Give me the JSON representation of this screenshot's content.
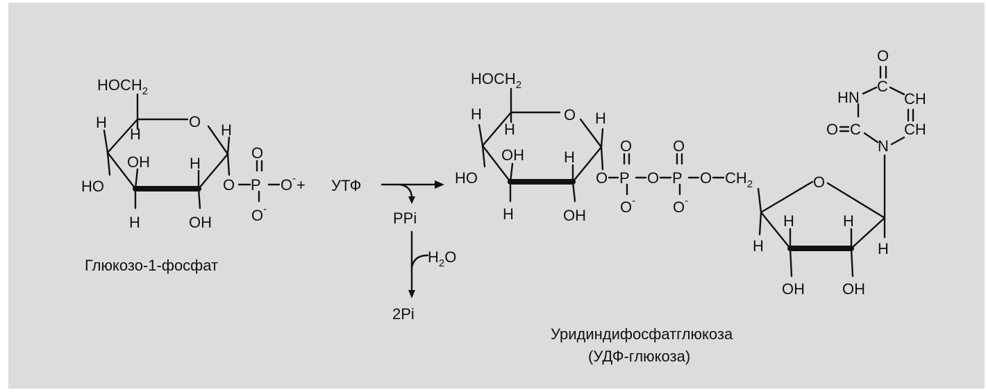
{
  "labels": {
    "glucose_1_phosphate": "Глюкозо-1-фосфат",
    "udp_glucose_name": "Уридиндифосфатглюкоза",
    "udp_glucose_abbr": "(УДФ-глюкоза)",
    "utp": "УТФ",
    "plus": "+",
    "ppi": "PPi",
    "two_pi": "2Pi",
    "water_h": "H",
    "water_sub": "2",
    "water_o": "O"
  },
  "atoms": {
    "hoch": "HOCH",
    "sub2": "2",
    "h": "H",
    "o": "O",
    "oh": "OH",
    "ho": "HO",
    "p": "P",
    "o_minus": "O",
    "minus": "-",
    "n": "N",
    "hn": "HN",
    "c": "C",
    "ch": "CH",
    "ch2": "CH",
    "o_eq_c": "O=C"
  },
  "colors": {
    "background": "#dcdcdc",
    "ink": "#111111"
  }
}
